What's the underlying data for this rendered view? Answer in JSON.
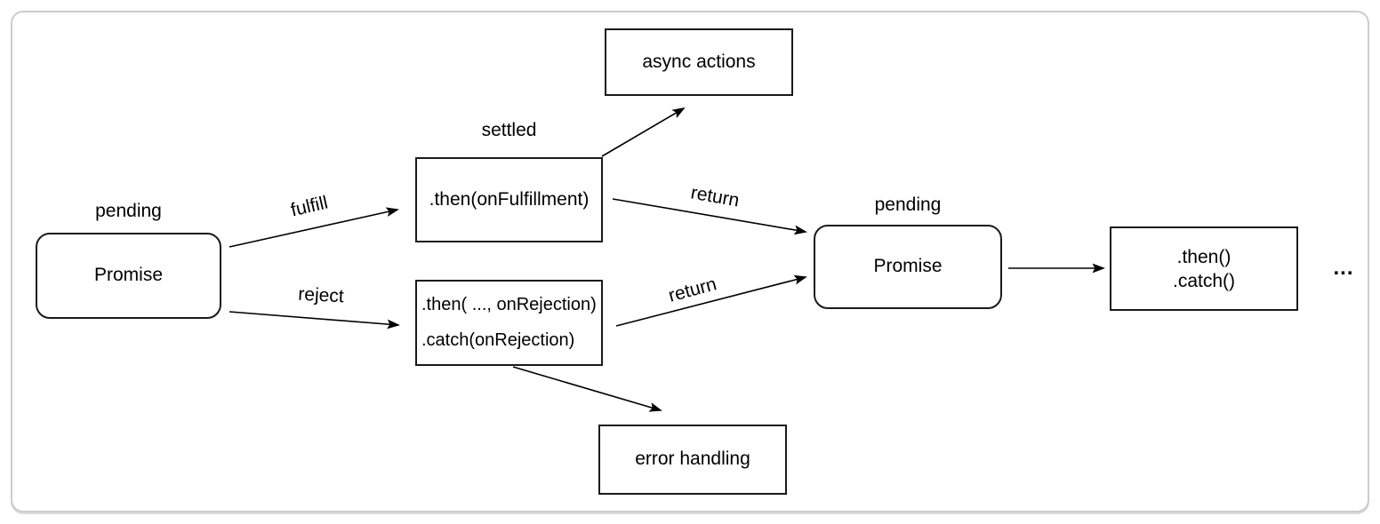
{
  "colors": {
    "node_border": "#1a1a1a",
    "card_border": "#cccccc",
    "arrow": "#000000",
    "text": "#000000"
  },
  "nodes": {
    "promise1": {
      "label": "Promise",
      "state": "pending"
    },
    "then_fulfillment": {
      "label": ".then(onFulfillment)",
      "state": "settled"
    },
    "rejection_handlers": {
      "line1": ".then( ..., onRejection)",
      "line2": ".catch(onRejection)"
    },
    "async_actions": {
      "label": "async actions"
    },
    "error_handling": {
      "label": "error handling"
    },
    "promise2": {
      "label": "Promise",
      "state": "pending"
    },
    "chained_handlers": {
      "line1": ".then()",
      "line2": ".catch()"
    },
    "continuation": {
      "label": "..."
    }
  },
  "edges": {
    "fulfill": {
      "label": "fulfill"
    },
    "reject": {
      "label": "reject"
    },
    "return_upper": {
      "label": "return"
    },
    "return_lower": {
      "label": "return"
    }
  }
}
